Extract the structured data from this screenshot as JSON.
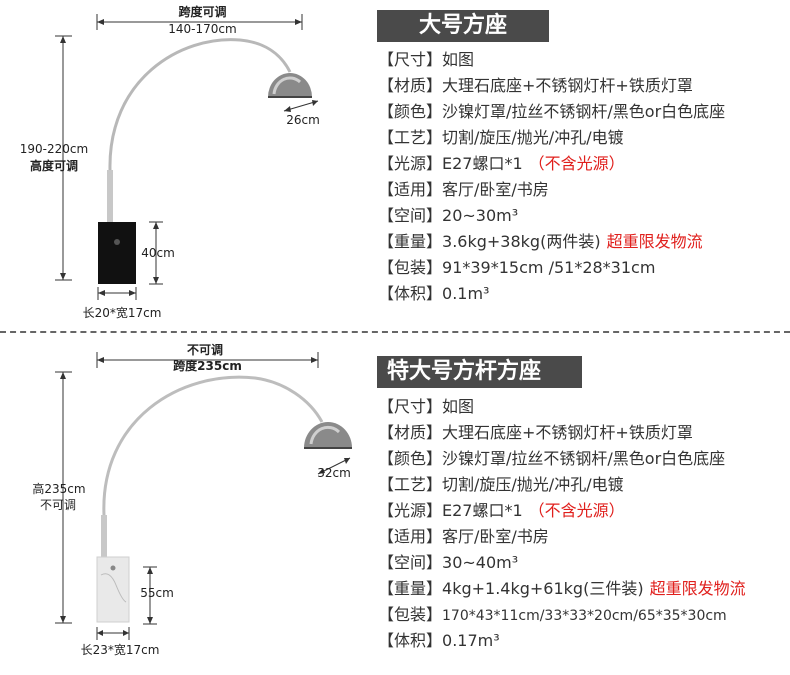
{
  "product1": {
    "title": "大号方座",
    "dims": {
      "span_label": "跨度可调",
      "span_value": "140-170cm",
      "height_value": "190-220cm",
      "height_label": "高度可调",
      "shade": "26cm",
      "base_height": "40cm",
      "base_size": "长20*宽17cm"
    },
    "specs": [
      {
        "key": "【尺寸】",
        "value": "如图",
        "note": ""
      },
      {
        "key": "【材质】",
        "value": "大理石底座+不锈钢灯杆+铁质灯罩",
        "note": ""
      },
      {
        "key": "【颜色】",
        "value": "沙镍灯罩/拉丝不锈钢杆/黑色or白色底座",
        "note": ""
      },
      {
        "key": "【工艺】",
        "value": "切割/旋压/抛光/冲孔/电镀",
        "note": ""
      },
      {
        "key": "【光源】",
        "value": "E27螺口*1",
        "note": "（不含光源）"
      },
      {
        "key": "【适用】",
        "value": "客厅/卧室/书房",
        "note": ""
      },
      {
        "key": "【空间】",
        "value": "20~30m³",
        "note": ""
      },
      {
        "key": "【重量】",
        "value": "3.6kg+38kg(两件装)",
        "note": "超重限发物流"
      },
      {
        "key": "【包装】",
        "value": "91*39*15cm /51*28*31cm",
        "note": ""
      },
      {
        "key": "【体积】",
        "value": "0.1m³",
        "note": ""
      }
    ]
  },
  "product2": {
    "title": "特大号方杆方座",
    "dims": {
      "span_label": "不可调",
      "span_value": "跨度235cm",
      "height_value": "高235cm",
      "height_label": "不可调",
      "shade": "32cm",
      "base_height": "55cm",
      "base_size": "长23*宽17cm"
    },
    "specs": [
      {
        "key": "【尺寸】",
        "value": "如图",
        "note": ""
      },
      {
        "key": "【材质】",
        "value": "大理石底座+不锈钢灯杆+铁质灯罩",
        "note": ""
      },
      {
        "key": "【颜色】",
        "value": "沙镍灯罩/拉丝不锈钢杆/黑色or白色底座",
        "note": ""
      },
      {
        "key": "【工艺】",
        "value": "切割/旋压/抛光/冲孔/电镀",
        "note": ""
      },
      {
        "key": "【光源】",
        "value": "E27螺口*1",
        "note": "（不含光源）"
      },
      {
        "key": "【适用】",
        "value": "客厅/卧室/书房",
        "note": ""
      },
      {
        "key": "【空间】",
        "value": "30~40m³",
        "note": ""
      },
      {
        "key": "【重量】",
        "value": "4kg+1.4kg+61kg(三件装)",
        "note": "超重限发物流"
      },
      {
        "key": "【包装】",
        "value": "170*43*11cm/33*33*20cm/65*35*30cm",
        "note": ""
      },
      {
        "key": "【体积】",
        "value": "0.17m³",
        "note": ""
      }
    ]
  },
  "colors": {
    "title_bg": "#4a4a4a",
    "note_red": "#e0201d",
    "base_black": "#111111",
    "base_white": "#e8e8e8"
  }
}
